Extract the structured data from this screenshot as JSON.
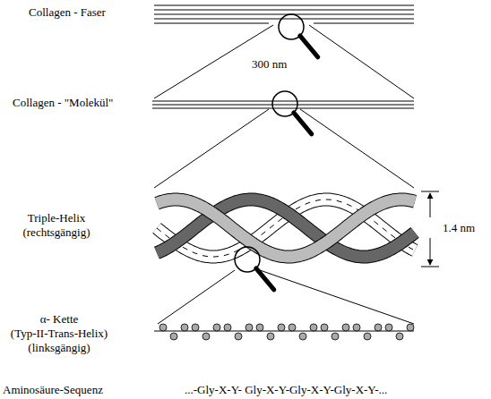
{
  "diagram": {
    "labels": [
      "Collagen - Faser",
      "300 nm",
      "Collagen - \"Molekül\"",
      "Triple-Helix (rechtsgängig)",
      "1.4 nm",
      "α- Kette (Typ-II-Trans-Helix) (linksgängig)",
      "Aminosäure-Sequenz",
      "...-Gly-X-Y- Gly-X-Y-Gly-X-Y-Gly-X-Y-..."
    ]
  }
}
